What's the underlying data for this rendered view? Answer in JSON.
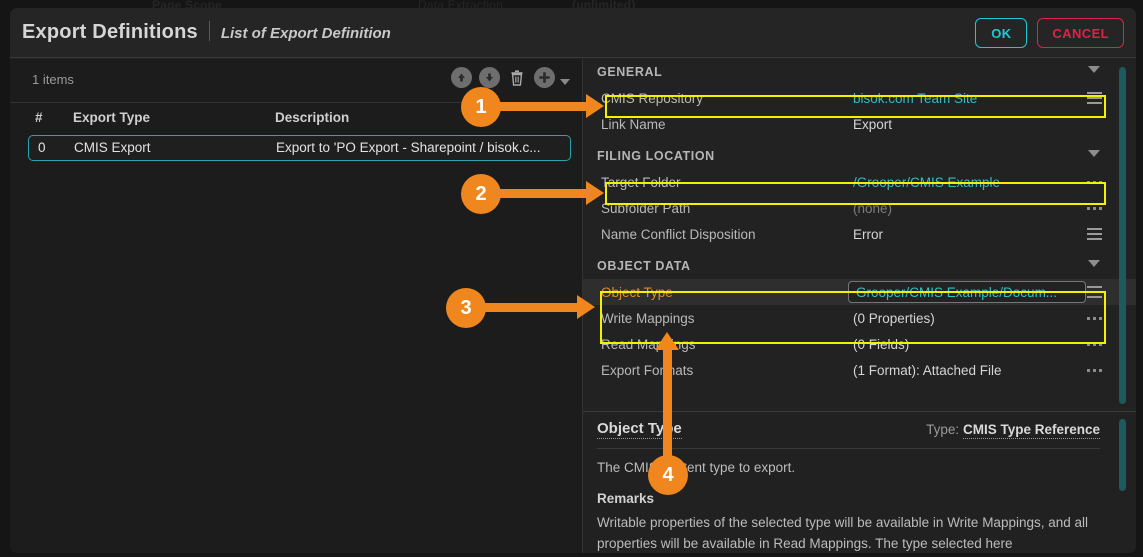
{
  "background_text": {
    "left": "Page Scope",
    "mid": "Data Extraction",
    "right": "(unlimited)"
  },
  "dialog": {
    "title": "Export Definitions",
    "subtitle": "List of Export Definition",
    "ok_label": "OK",
    "cancel_label": "CANCEL"
  },
  "list_panel": {
    "item_count": "1 items",
    "toolbar_icons": [
      "move-up-icon",
      "move-down-icon",
      "delete-icon",
      "add-icon",
      "add-dropdown-caret"
    ],
    "columns": [
      "#",
      "Export Type",
      "Description"
    ],
    "rows": [
      {
        "num": "0",
        "type": "CMIS Export",
        "description": "Export to 'PO Export - Sharepoint / bisok.c..."
      }
    ]
  },
  "properties": {
    "groups": [
      {
        "title": "GENERAL",
        "rows": [
          {
            "label": "CMIS Repository",
            "value": "bisok.com Team Site",
            "style": "link",
            "adorn": "hamburger"
          },
          {
            "label": "Link Name",
            "value": "Export",
            "style": "plain",
            "adorn": "none"
          }
        ]
      },
      {
        "title": "FILING LOCATION",
        "rows": [
          {
            "label": "Target Folder",
            "value": "/Grooper/CMIS Example",
            "style": "link",
            "adorn": "dots"
          },
          {
            "label": "Subfolder Path",
            "value": "(none)",
            "style": "muted",
            "adorn": "dots"
          },
          {
            "label": "Name Conflict Disposition",
            "value": "Error",
            "style": "plain",
            "adorn": "hamburger"
          }
        ]
      },
      {
        "title": "OBJECT DATA",
        "rows": [
          {
            "label": "Object Type",
            "value": "Grooper/CMIS Example/Docum...",
            "style": "combo",
            "adorn": "hamburger",
            "selected": true
          },
          {
            "label": "Write Mappings",
            "value": "(0 Properties)",
            "style": "plain",
            "adorn": "dots"
          },
          {
            "label": "Read Mappings",
            "value": "(0 Fields)",
            "style": "plain",
            "adorn": "dots"
          },
          {
            "label": "Export Formats",
            "value": "(1 Format): Attached File",
            "style": "plain",
            "adorn": "dots"
          }
        ]
      }
    ]
  },
  "description": {
    "title": "Object Type",
    "type_label": "Type:",
    "type_value": "CMIS Type Reference",
    "summary": "The CMIS content type to export.",
    "remarks_heading": "Remarks",
    "remarks_body": "Writable properties of the selected type will be available in Write Mappings, and all properties will be available in Read Mappings. The type selected here"
  },
  "callouts": [
    {
      "number": "1"
    },
    {
      "number": "2"
    },
    {
      "number": "3"
    },
    {
      "number": "4"
    }
  ],
  "colors": {
    "accent_orange": "#f0871e",
    "highlight_yellow": "#f3f000",
    "link_teal": "#3bb8c4",
    "ok_teal": "#1fc8d4",
    "cancel_red": "#e0214a",
    "selected_label": "#e08a28"
  }
}
